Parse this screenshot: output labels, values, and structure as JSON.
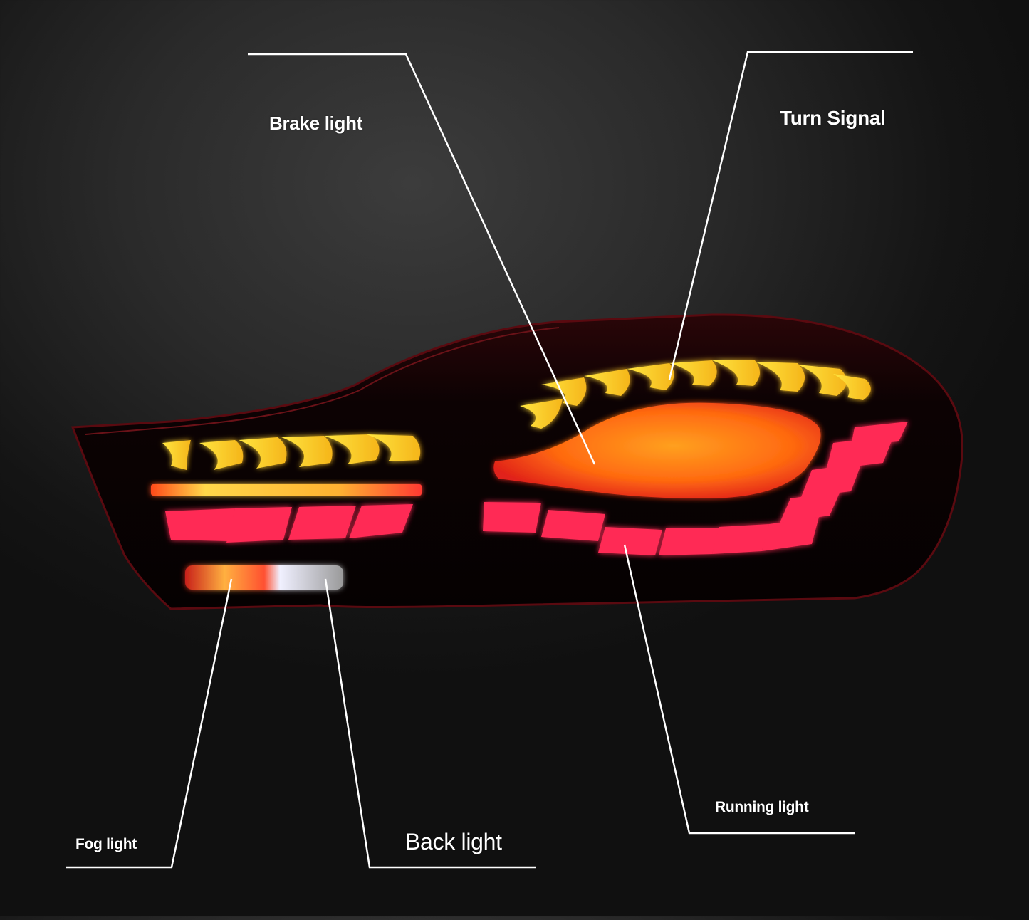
{
  "diagram": {
    "subject": "LED tail light assembly",
    "colors": {
      "background_top": "#3c3c3c",
      "background_bottom": "#101010",
      "callout_line": "#ffffff",
      "turn_signal": "#f2c81e",
      "brake_light": "#ff7a10",
      "running_light": "#ff2a55",
      "fog_light": "#ff3a2a",
      "back_light": "#ffffff",
      "housing": "#0a0202"
    },
    "callouts": [
      {
        "id": "brake",
        "label": "Brake light"
      },
      {
        "id": "turn",
        "label": "Turn Signal"
      },
      {
        "id": "running",
        "label": "Running light"
      },
      {
        "id": "fog",
        "label": "Fog light"
      },
      {
        "id": "back",
        "label": "Back light"
      }
    ]
  }
}
